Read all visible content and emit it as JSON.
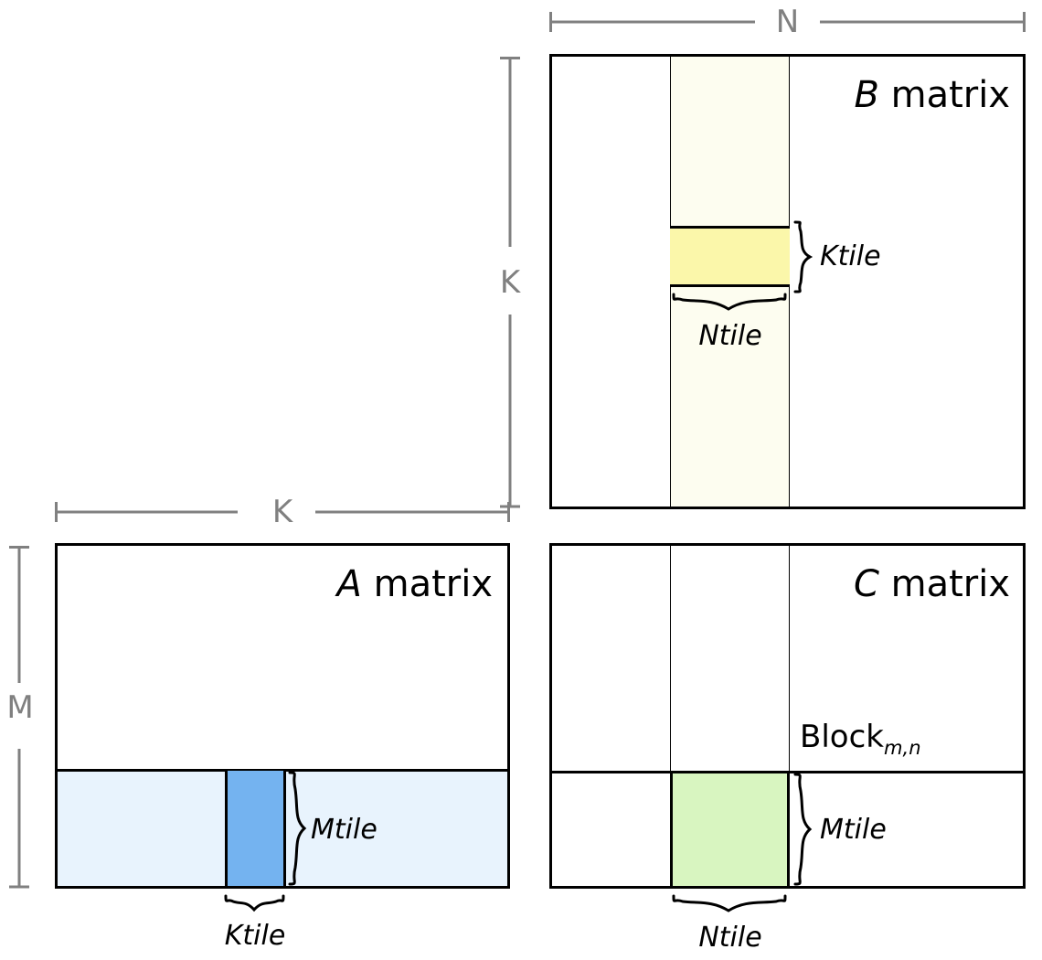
{
  "diagram": {
    "title_a": {
      "var": "A",
      "rest": " matrix"
    },
    "title_b": {
      "var": "B",
      "rest": " matrix"
    },
    "title_c": {
      "var": "C",
      "rest": " matrix"
    },
    "dimensions": {
      "n": "N",
      "k_vertical": "K",
      "k_horizontal": "K",
      "m": "M"
    },
    "tiles": {
      "b_ktile": "Ktile",
      "b_ntile": "Ntile",
      "a_mtile": "Mtile",
      "a_ktile": "Ktile",
      "c_mtile": "Mtile",
      "c_ntile": "Ntile"
    },
    "block_label": {
      "base": "Block",
      "sub": "m,n"
    },
    "colors": {
      "outline": "#000000",
      "dimension_line": "#808080",
      "b_strip": "#fdfdf0",
      "b_tile": "#fbf7aa",
      "a_strip": "#e8f3fd",
      "a_tile": "#74b3f0",
      "c_tile": "#d8f5c0",
      "background": "#ffffff"
    }
  }
}
